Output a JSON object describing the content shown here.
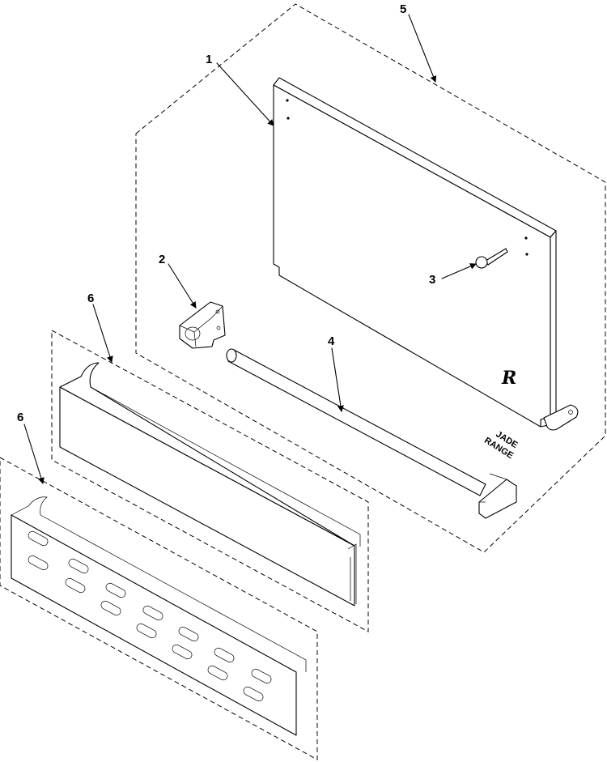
{
  "callouts": {
    "c1": "1",
    "c2": "2",
    "c3": "3",
    "c4": "4",
    "c5": "5",
    "c6a": "6",
    "c6b": "6"
  },
  "brand": {
    "line1": "JADE",
    "line2": "RANGE",
    "logo": "R"
  }
}
